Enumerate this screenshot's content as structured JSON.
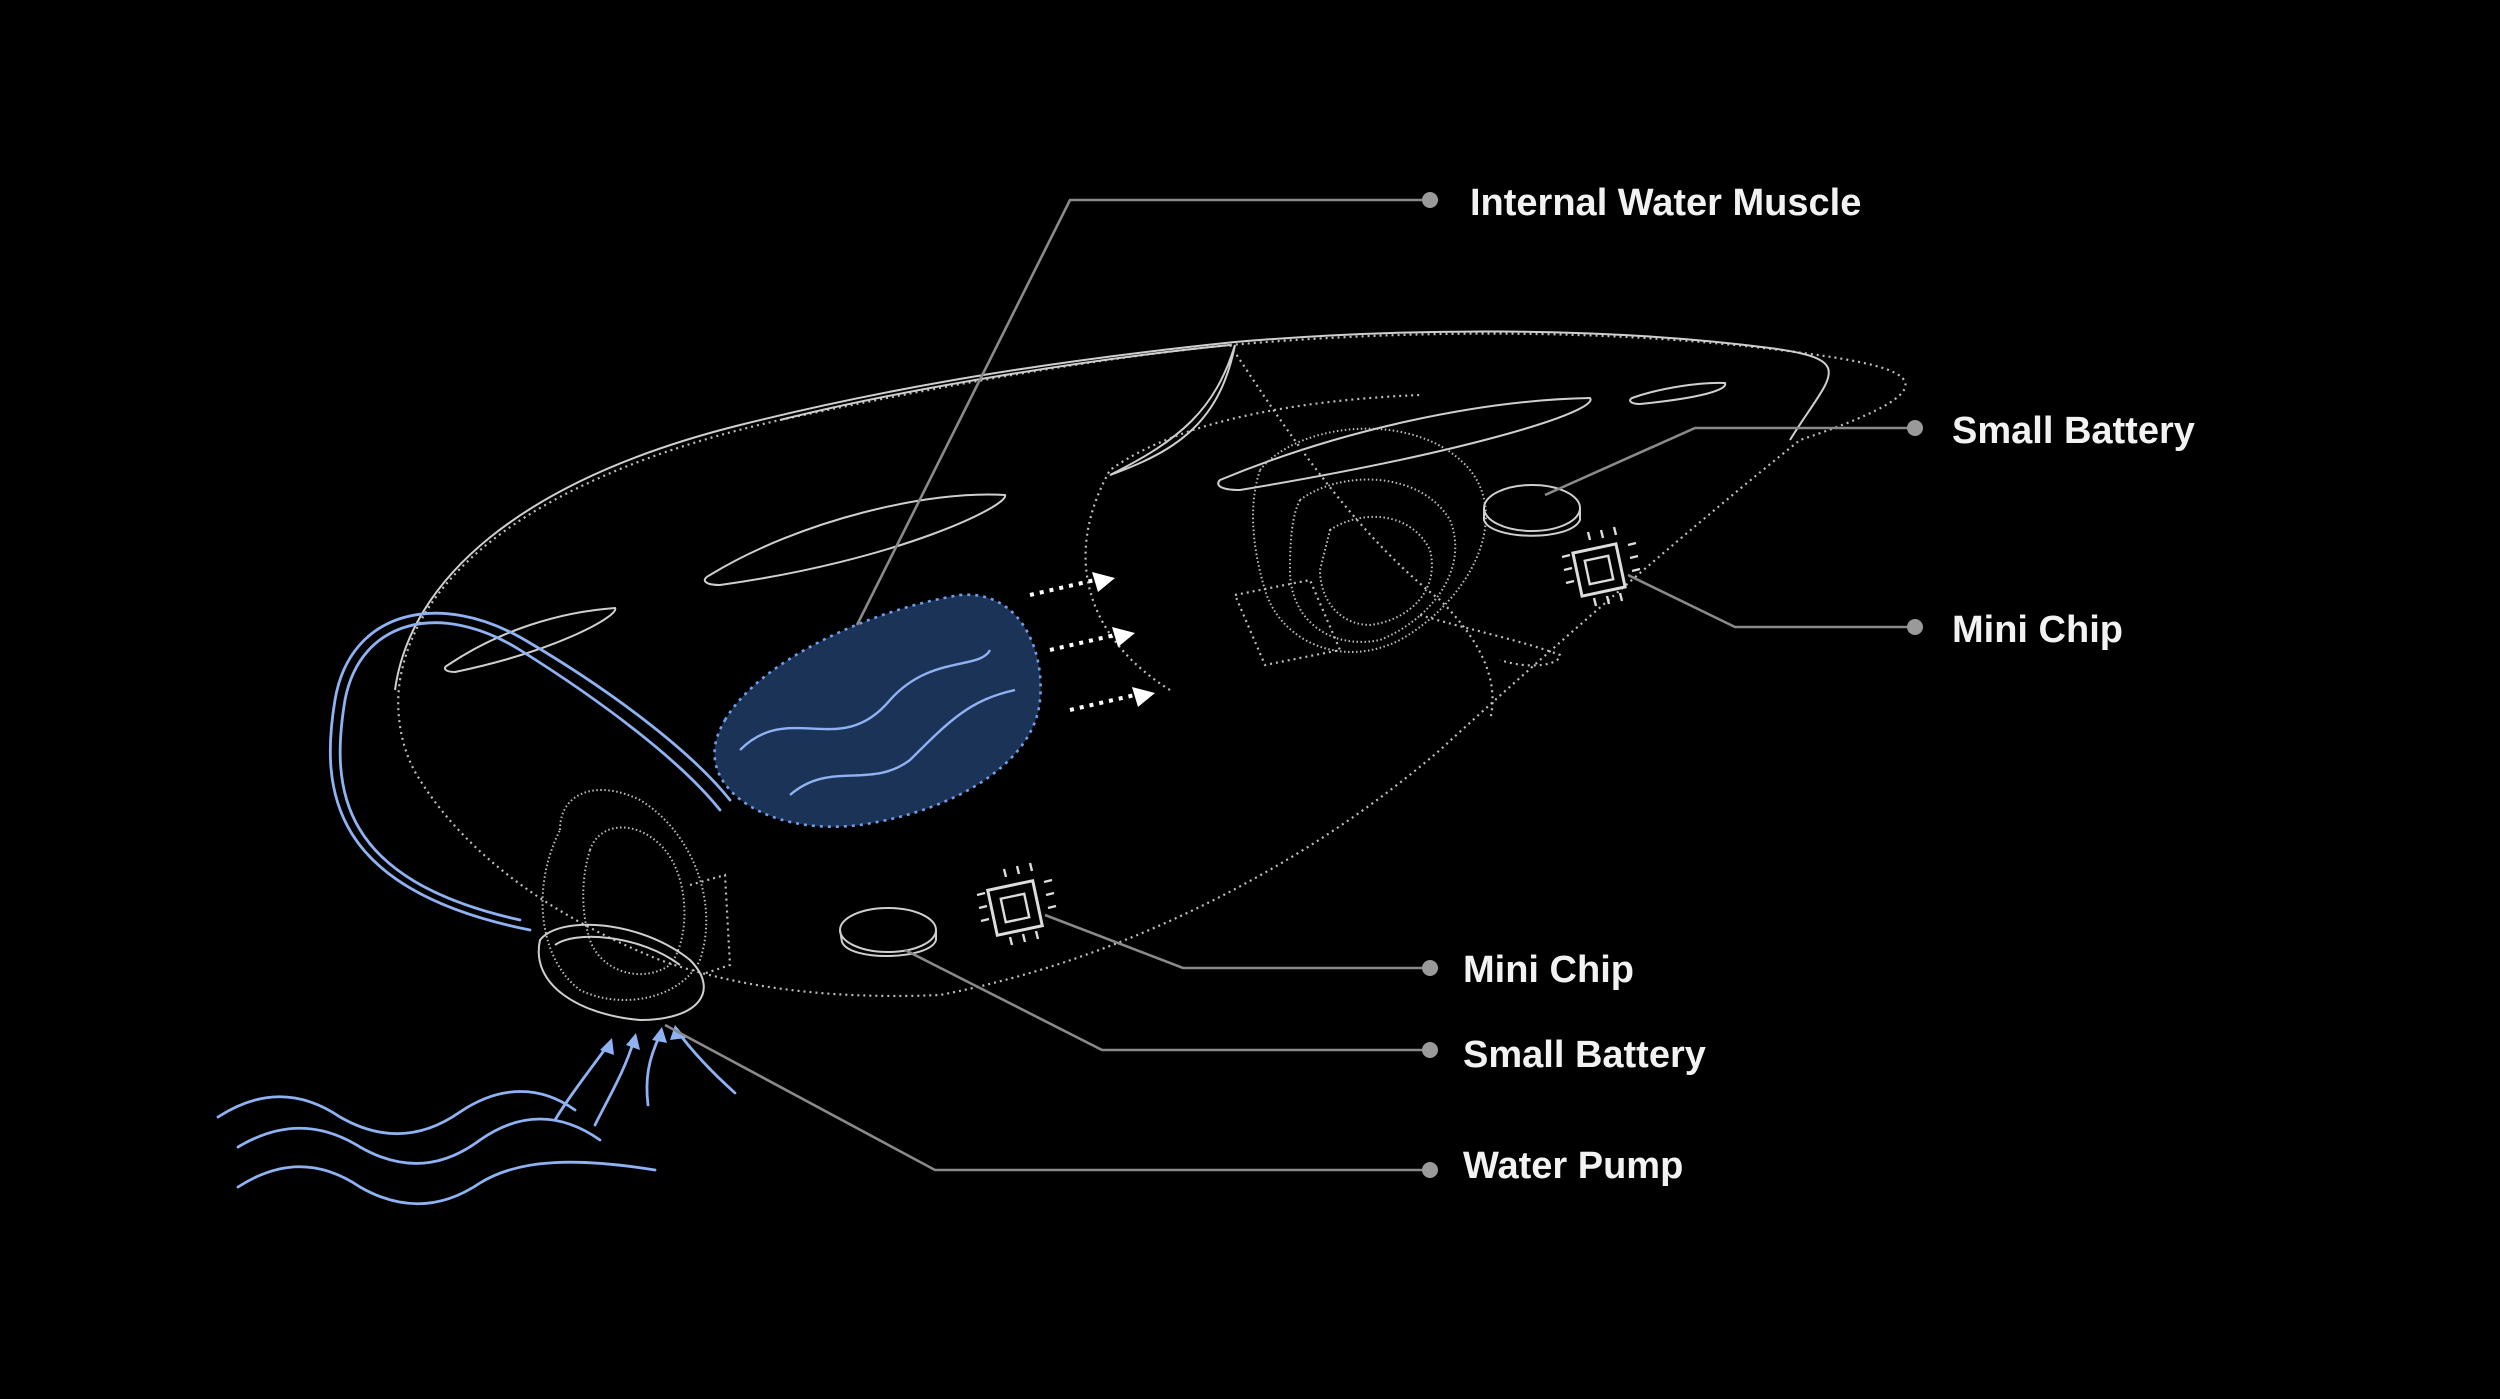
{
  "labels": {
    "internal_water_muscle": "Internal Water Muscle",
    "small_battery_top": "Small Battery",
    "mini_chip_top": "Mini Chip",
    "mini_chip_bottom": "Mini Chip",
    "small_battery_bottom": "Small Battery",
    "water_pump": "Water Pump"
  },
  "colors": {
    "background": "#000000",
    "outline": "#cfcfcf",
    "leader_line": "#8a8a8a",
    "muscle_fill": "#1c3358",
    "muscle_border": "#6f9ee8",
    "water": "#8fb2f2",
    "label_text": "#f2f2f2"
  }
}
